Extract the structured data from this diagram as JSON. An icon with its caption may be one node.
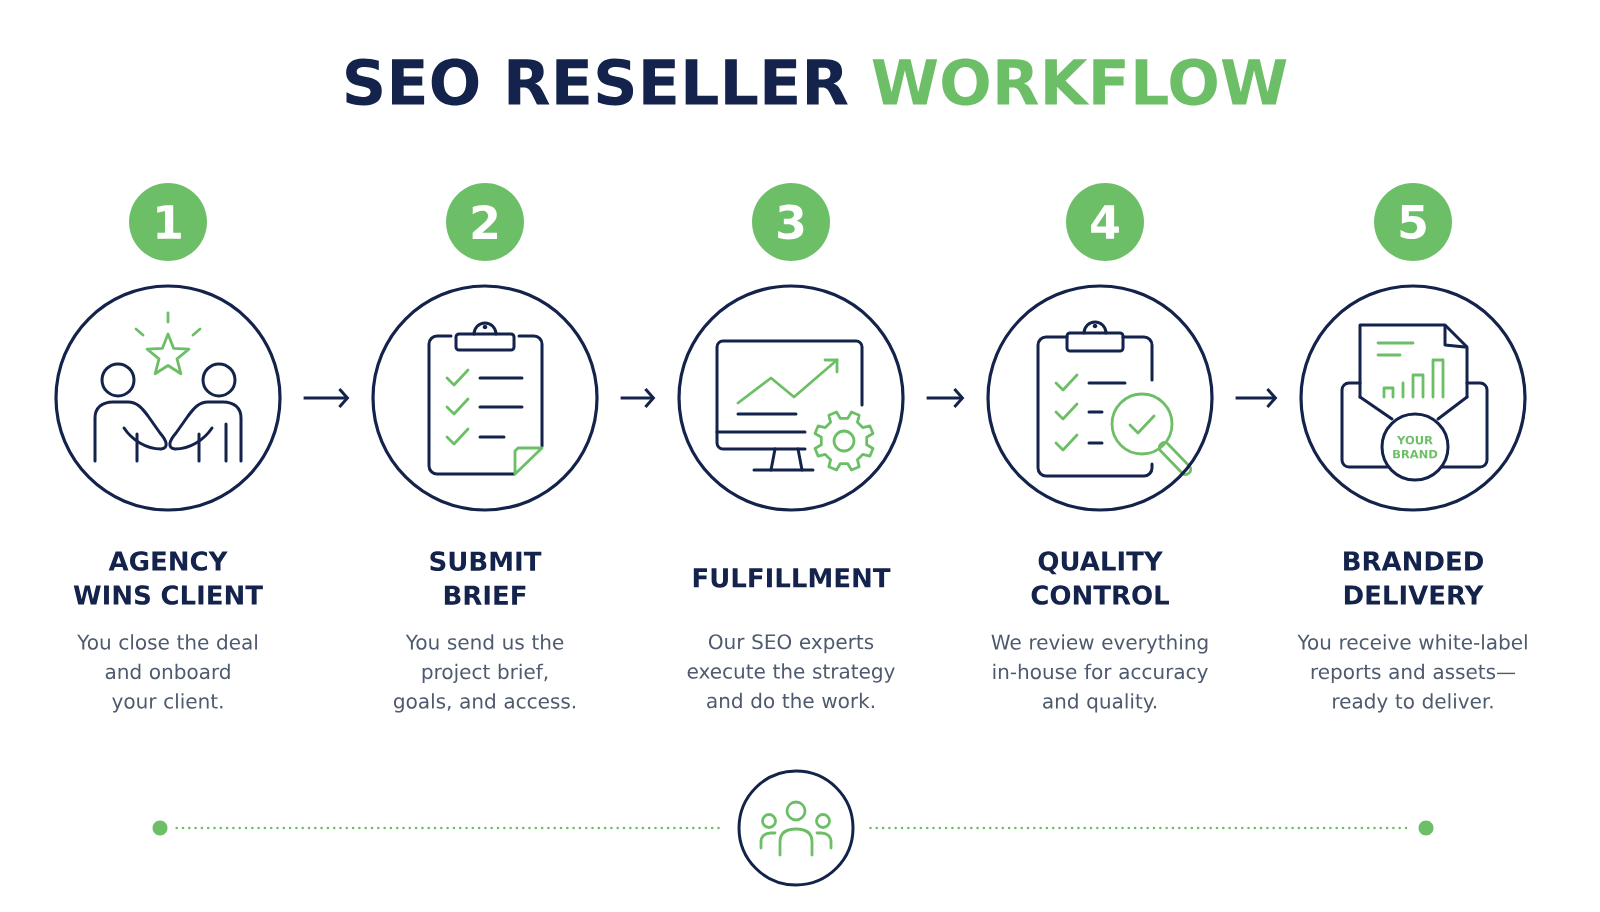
{
  "diagram": {
    "title": "SEO RESELLER WORKFLOW",
    "nodes": [
      {
        "text": [
          "1"
        ]
      },
      {
        "text": [
          "2"
        ]
      },
      {
        "text": [
          "3"
        ]
      },
      {
        "text": [
          "4"
        ]
      },
      {
        "text": [
          "5"
        ]
      },
      {
        "text": [
          "AGENCY WINS CLIENT",
          "You close the deal and onboard your client."
        ]
      },
      {
        "text": [
          "SUBMIT BRIEF",
          "You send us the project brief, goals, and access."
        ]
      },
      {
        "text": [
          "FULFILLMENT",
          "Our SEO experts execute the strategy and do the work."
        ]
      },
      {
        "text": [
          "QUALITY CONTROL",
          "We review everything in-house for accuracy and quality."
        ]
      },
      {
        "text": [
          "BRANDED DELIVERY",
          "You receive white-label reports and assets— ready to deliver."
        ]
      },
      {
        "text": [],
        "shape": "circle"
      },
      {
        "text": [],
        "shape": "circle"
      },
      {
        "text": [],
        "shape": "circle"
      }
    ],
    "edges": [
      {
        "from": 5,
        "to": 6,
        "arrow": "to"
      },
      {
        "from": 6,
        "to": 7,
        "arrow": "to"
      },
      {
        "from": 7,
        "to": 8,
        "arrow": "to"
      },
      {
        "from": 8,
        "to": 9,
        "arrow": "to"
      },
      {
        "from": 10,
        "to": 11,
        "arrow": "none",
        "style": "dashed",
        "color": "#6dbf67"
      },
      {
        "from": 11,
        "to": 12,
        "arrow": "none",
        "style": "dashed",
        "color": "#6dbf67"
      }
    ],
    "labels": [
      "YOUR BRAND"
    ]
  }
}
